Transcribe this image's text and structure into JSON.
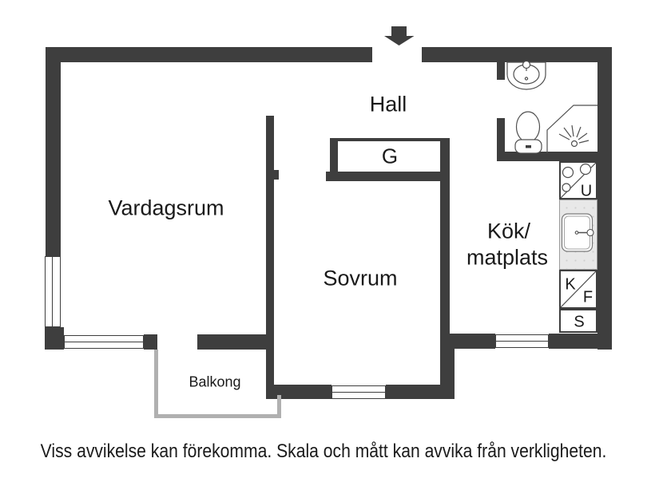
{
  "labels": {
    "hall": "Hall",
    "vardagsrum": "Vardagsrum",
    "sovrum": "Sovrum",
    "kok_line1": "Kök/",
    "kok_line2": "matplats",
    "balkong": "Balkong",
    "closet": "G",
    "unit_u": "U",
    "unit_k": "K",
    "unit_f": "F",
    "unit_s": "S"
  },
  "disclaimer": "Viss avvikelse kan förekomma. Skala och mått kan avvika från verkligheten.",
  "icons": {
    "entrance": "entrance-arrow-icon",
    "bathroom_sink": "sink-icon",
    "toilet": "toilet-icon",
    "shower": "shower-icon",
    "stove": "stove-burners-icon",
    "kitchen_sink": "kitchen-sink-icon"
  },
  "colors": {
    "wall": "#3e3e3e",
    "fixture_stroke": "#4f4f4f",
    "balcony": "#b0b0b0",
    "counter": "#e8e8e8",
    "text": "#1a1a1a",
    "background": "#ffffff"
  }
}
